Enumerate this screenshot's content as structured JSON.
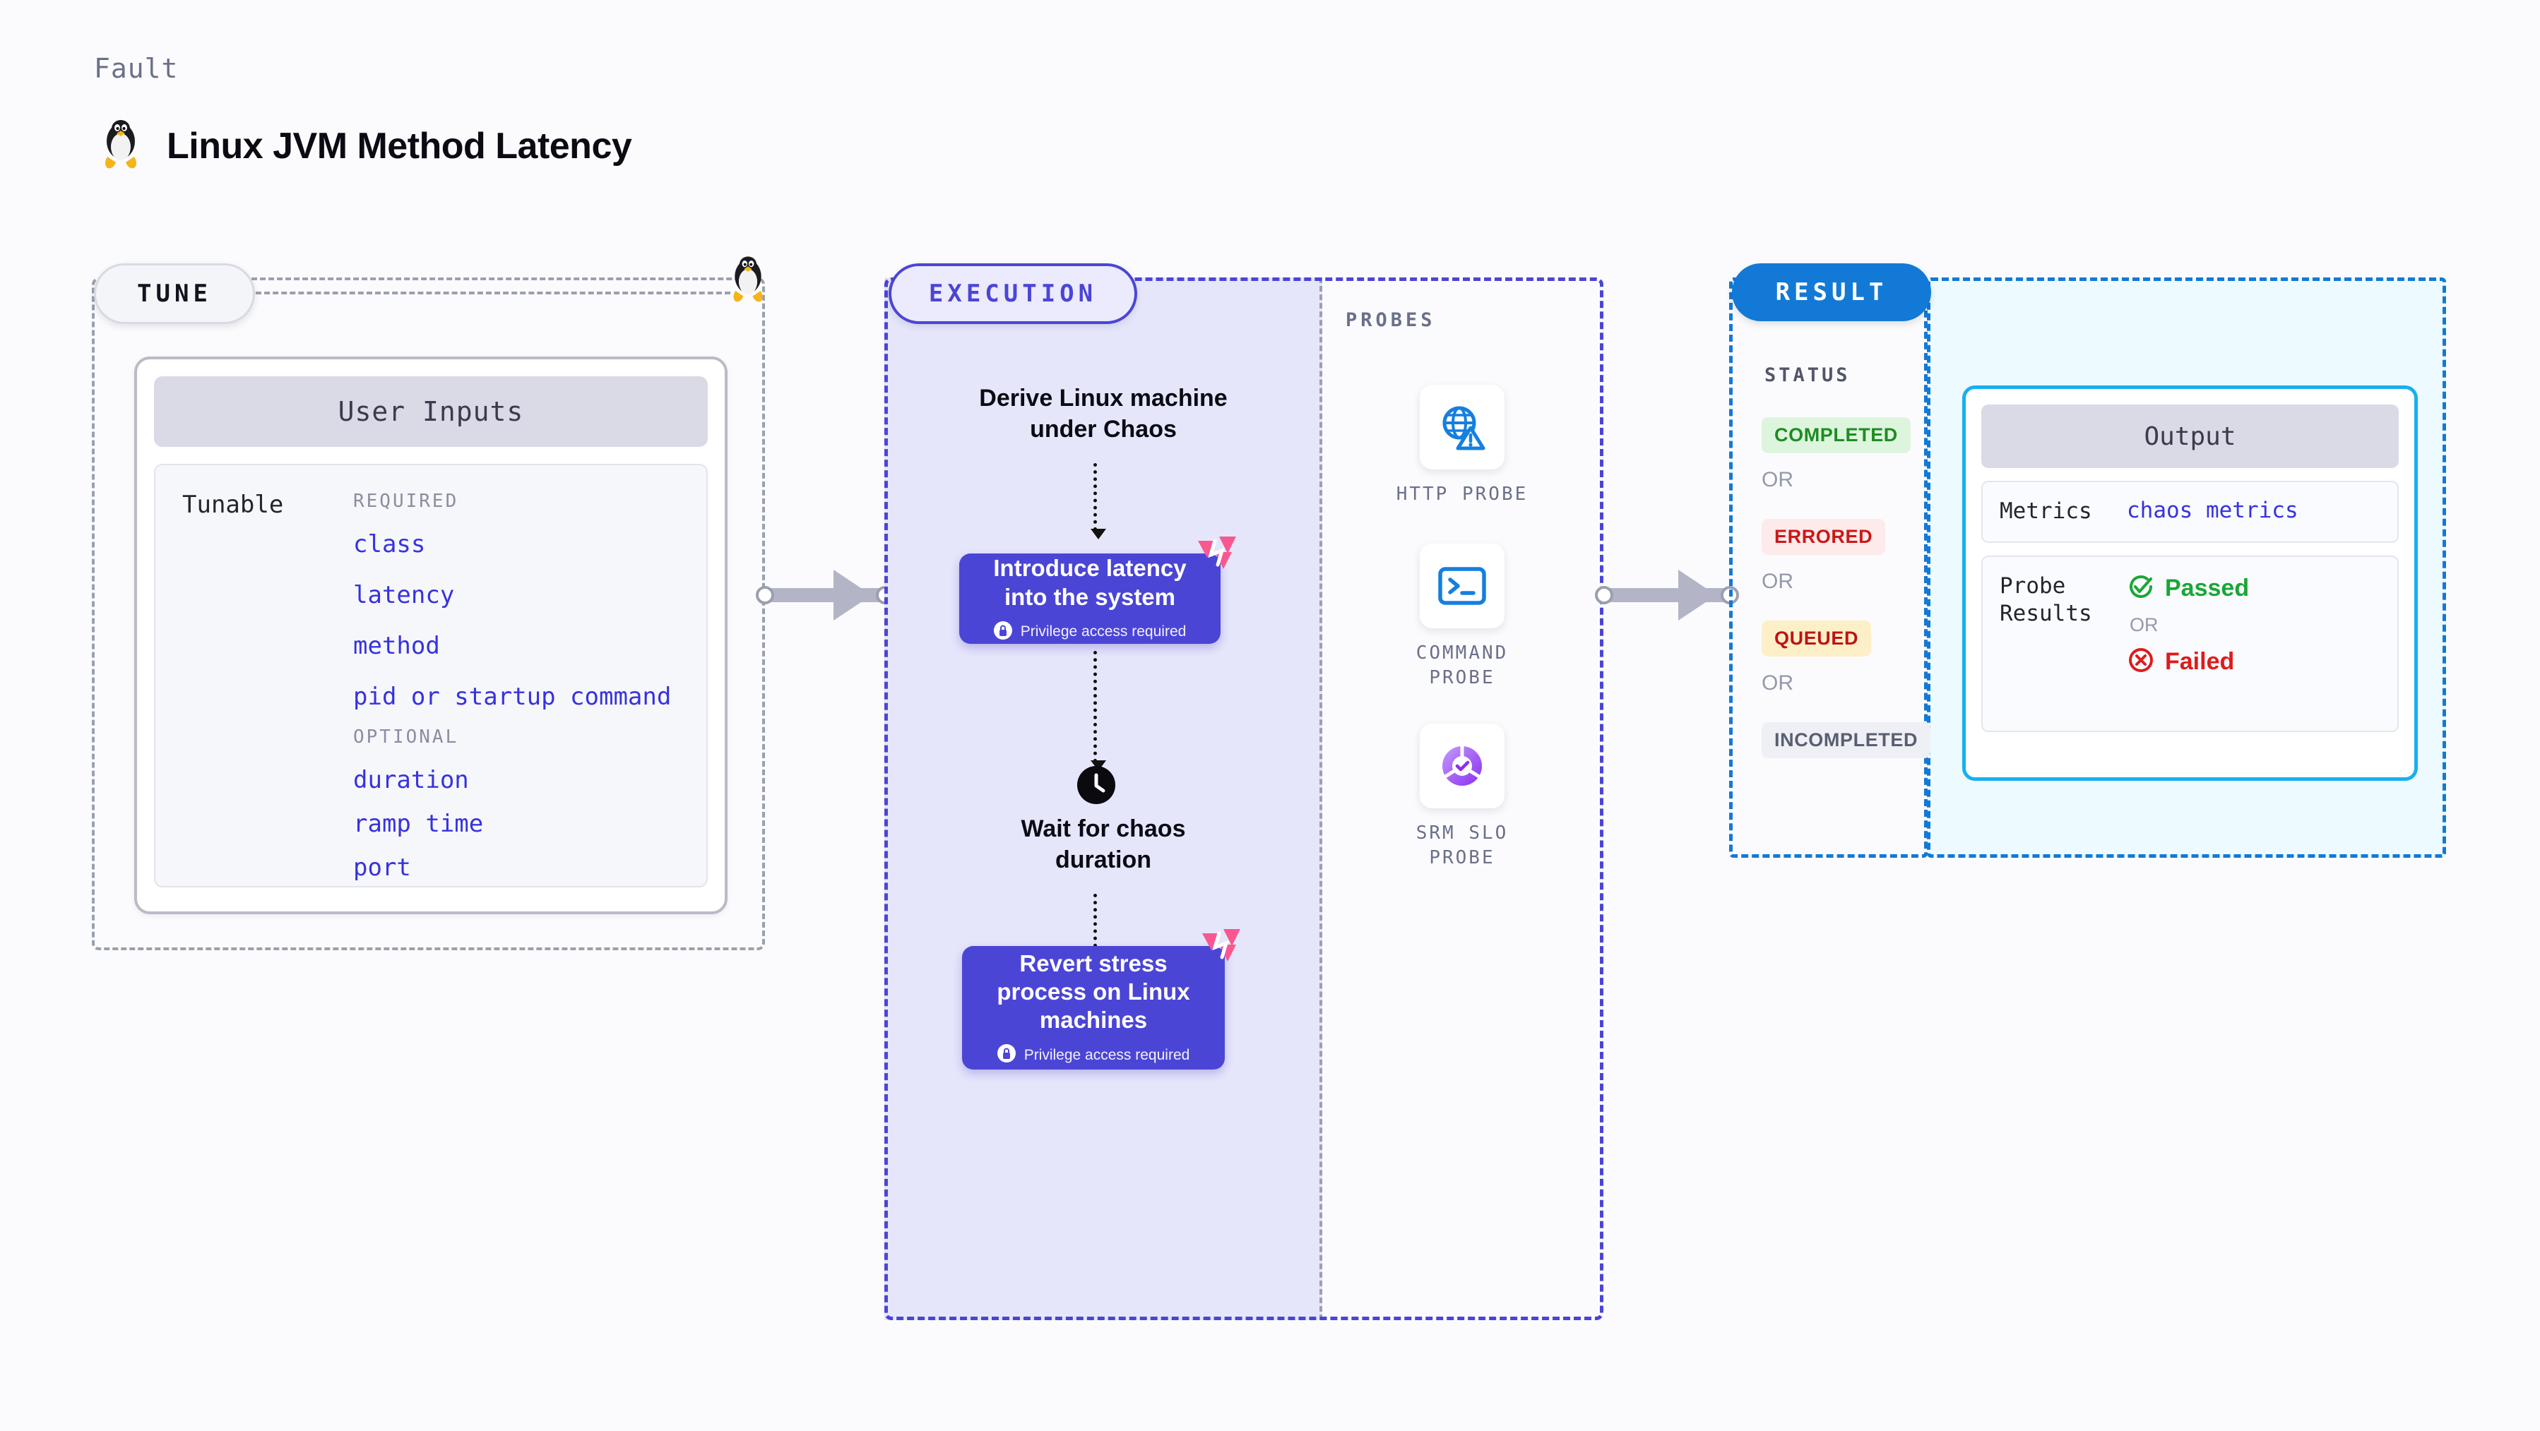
{
  "header": {
    "eyebrow": "Fault",
    "title": "Linux JVM Method Latency",
    "icon": "tux-penguin-icon"
  },
  "tune": {
    "pill_label": "TUNE",
    "corner_icon": "tux-penguin-icon",
    "card": {
      "header": "User Inputs",
      "row_label": "Tunable",
      "groups": [
        {
          "label": "REQUIRED",
          "items": [
            "class",
            "latency",
            "method",
            "pid or startup command"
          ]
        },
        {
          "label": "OPTIONAL",
          "items": [
            "duration",
            "ramp time",
            "port"
          ]
        }
      ]
    }
  },
  "execution": {
    "pill_label": "EXECUTION",
    "step_derive": "Derive Linux machine\nunder Chaos",
    "step_inject": {
      "title": "Introduce latency\ninto the system",
      "privilege": "Privilege access required",
      "badge_icon": "harness-logo-icon",
      "lock_icon": "lock-icon"
    },
    "step_wait": {
      "title": "Wait for chaos\nduration",
      "icon": "clock-icon"
    },
    "step_revert": {
      "title": "Revert stress\nprocess on Linux\nmachines",
      "privilege": "Privilege access required",
      "badge_icon": "harness-logo-icon",
      "lock_icon": "lock-icon"
    }
  },
  "probes": {
    "title": "PROBES",
    "items": [
      {
        "label": "HTTP PROBE",
        "icon": "globe-warning-icon"
      },
      {
        "label": "COMMAND\nPROBE",
        "icon": "terminal-icon"
      },
      {
        "label": "SRM SLO\nPROBE",
        "icon": "slo-gauge-icon"
      }
    ]
  },
  "result": {
    "pill_label": "RESULT",
    "status_title": "STATUS",
    "or_label": "OR",
    "statuses": [
      {
        "label": "COMPLETED",
        "color": "#1e8c23",
        "bg": "#ddf5dd"
      },
      {
        "label": "ERRORED",
        "color": "#cc1717",
        "bg": "#fdeaea"
      },
      {
        "label": "QUEUED",
        "color": "#bd1414",
        "bg": "#fdf0c8"
      },
      {
        "label": "INCOMPLETED",
        "color": "#5a5e72",
        "bg": "#eff0f5"
      }
    ],
    "output": {
      "header": "Output",
      "metrics_key": "Metrics",
      "metrics_value": "chaos metrics",
      "probe_key": "Probe\nResults",
      "passed": "Passed",
      "or_label": "OR",
      "failed": "Failed",
      "passed_icon": "check-circle-icon",
      "failed_icon": "x-circle-icon"
    }
  },
  "colors": {
    "accent_purple": "#4b45d6",
    "accent_blue": "#1379d6",
    "accent_cyan": "#17b0ef",
    "harness_pink": "#f8588f",
    "gray_dash": "#9aa0ae"
  }
}
